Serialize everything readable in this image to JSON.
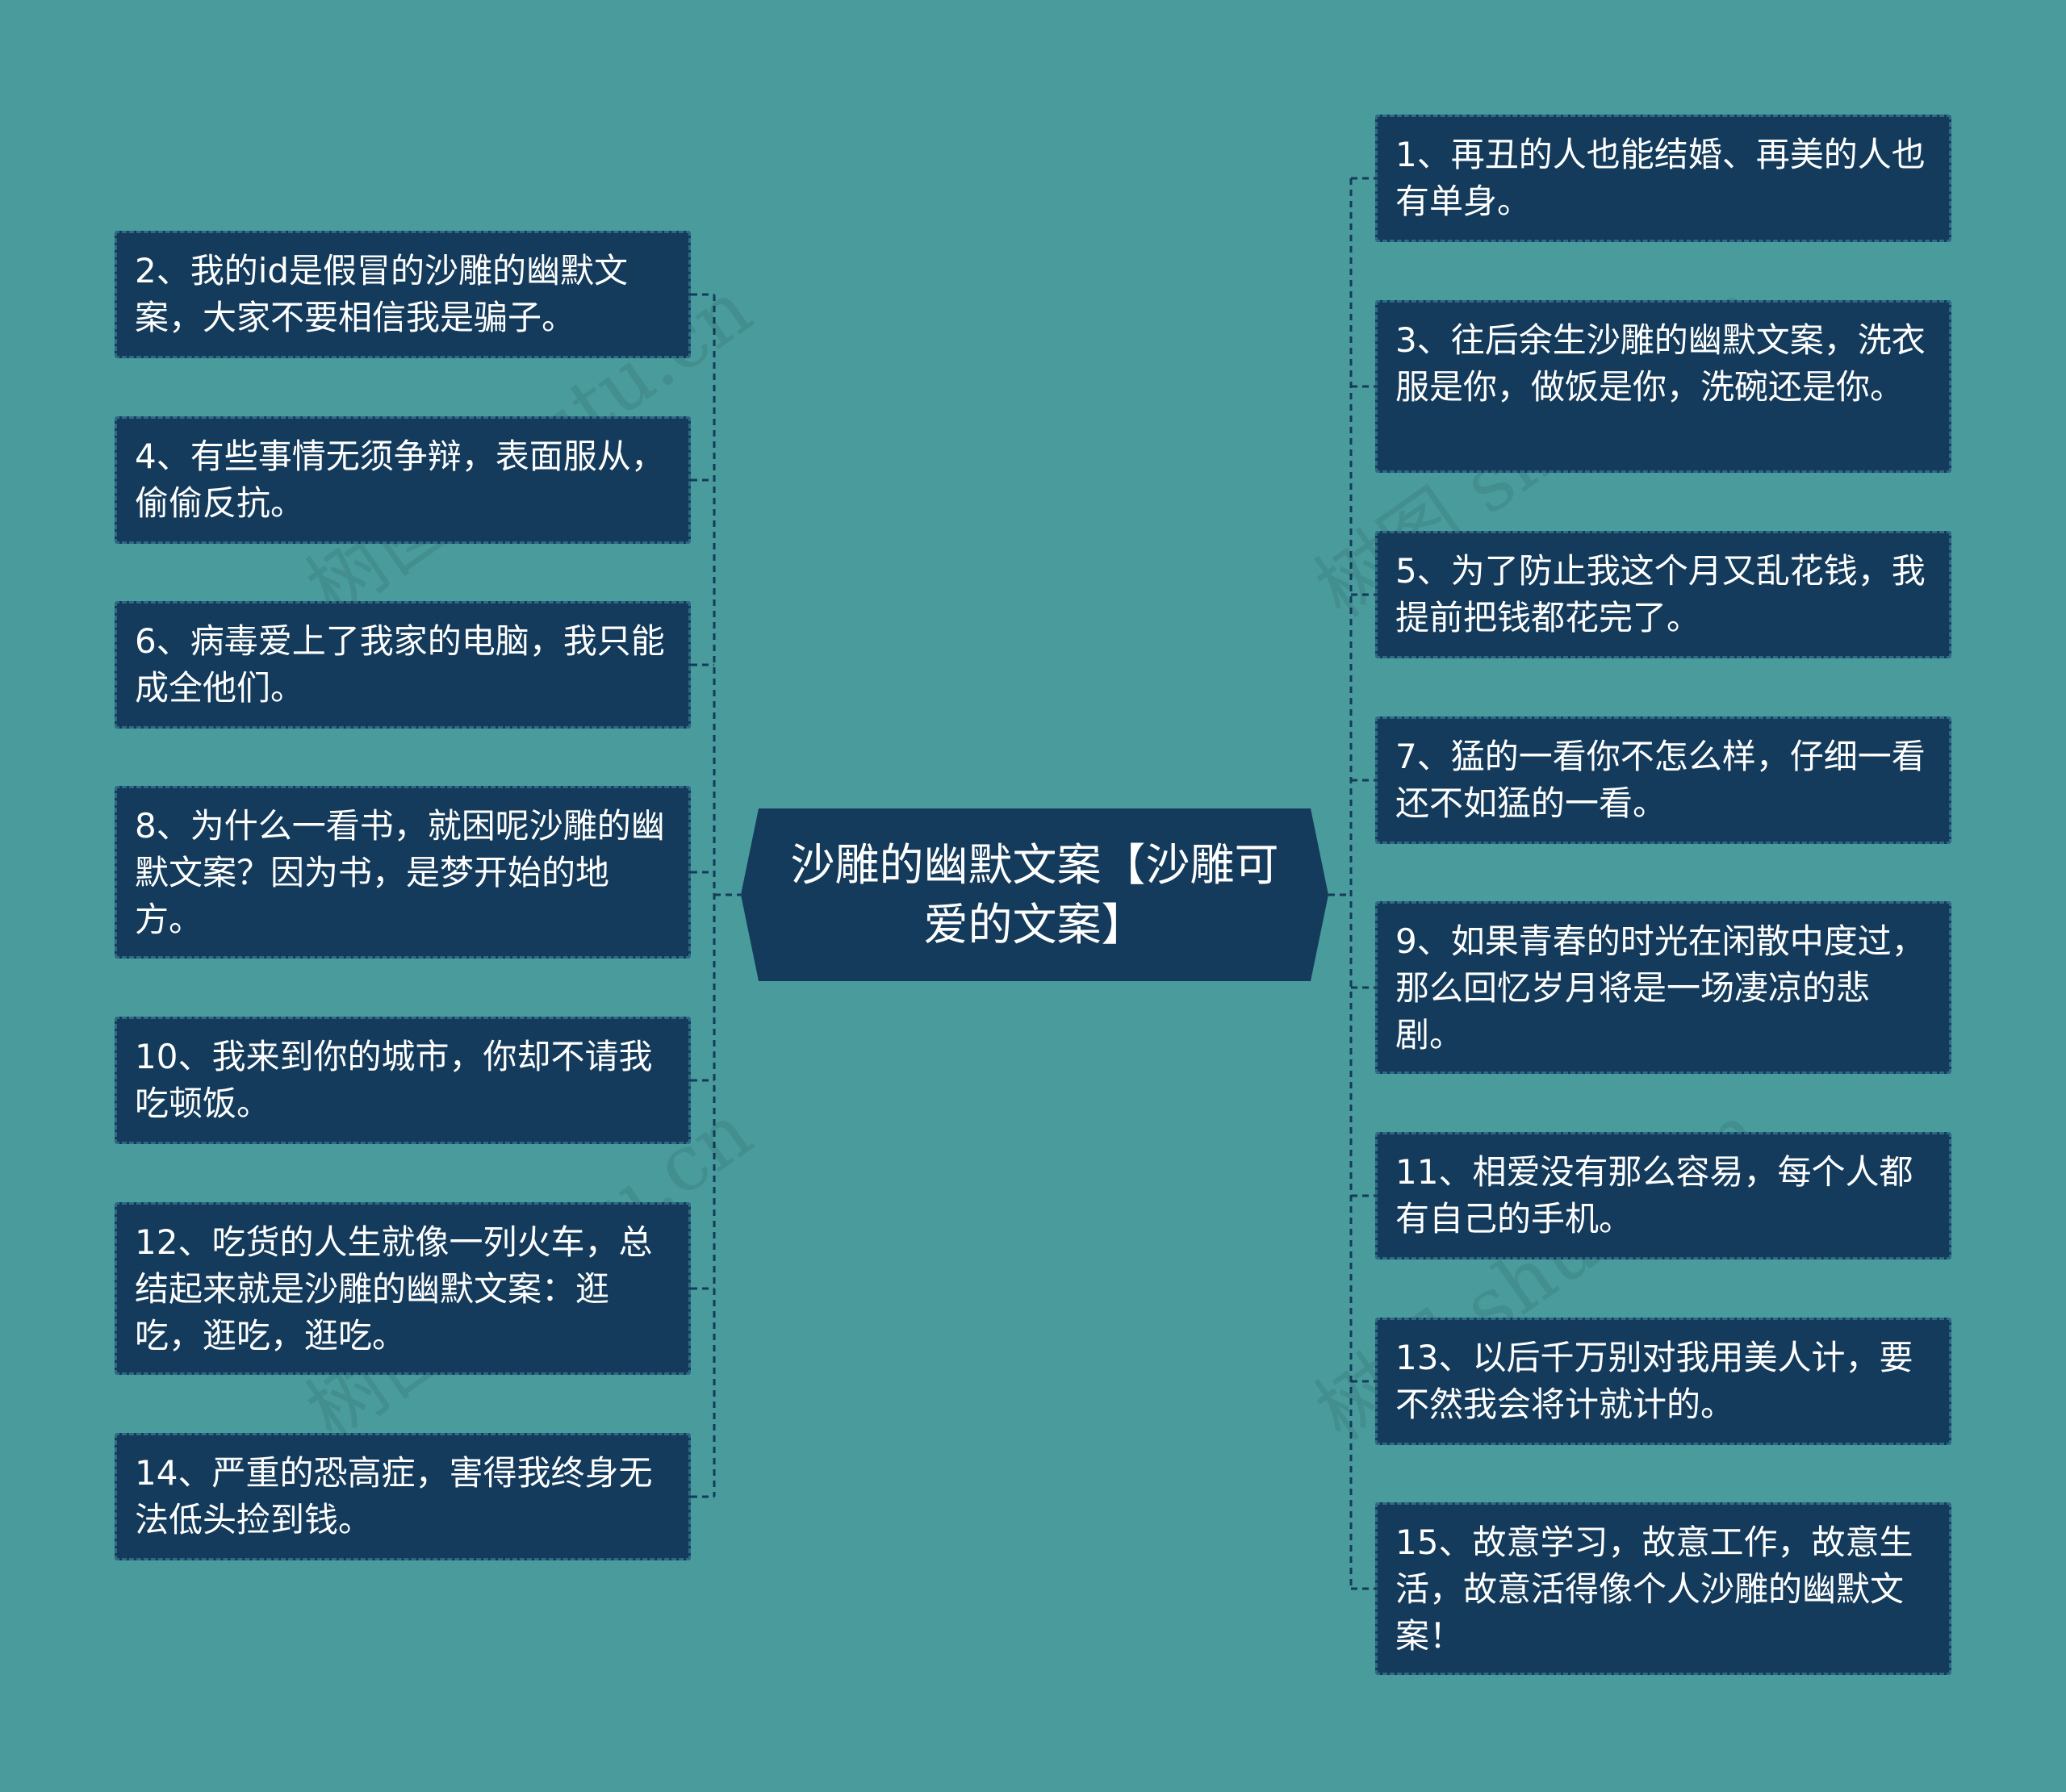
{
  "colors": {
    "background": "#4a9b9b",
    "node_fill": "#143b5b",
    "node_border": "#2e6a86",
    "link": "#143b5b"
  },
  "center": {
    "title": "沙雕的幽默文案【沙雕可爱的文案】"
  },
  "left_nodes": [
    {
      "text": "2、我的id是假冒的沙雕的幽默文案，大家不要相信我是骗子。"
    },
    {
      "text": "4、有些事情无须争辩，表面服从，偷偷反抗。"
    },
    {
      "text": "6、病毒爱上了我家的电脑，我只能成全他们。"
    },
    {
      "text": "8、为什么一看书，就困呢沙雕的幽默文案？因为书，是梦开始的地方。"
    },
    {
      "text": "10、我来到你的城市，你却不请我吃顿饭。"
    },
    {
      "text": "12、吃货的人生就像一列火车，总结起来就是沙雕的幽默文案：逛吃，逛吃，逛吃。"
    },
    {
      "text": "14、严重的恐高症，害得我终身无法低头捡到钱。"
    }
  ],
  "right_nodes": [
    {
      "text": "1、再丑的人也能结婚、再美的人也有单身。"
    },
    {
      "text": "3、往后余生沙雕的幽默文案，洗衣服是你，做饭是你，洗碗还是你。"
    },
    {
      "text": "5、为了防止我这个月又乱花钱，我提前把钱都花完了。"
    },
    {
      "text": "7、猛的一看你不怎么样，仔细一看还不如猛的一看。"
    },
    {
      "text": "9、如果青春的时光在闲散中度过，那么回忆岁月将是一场凄凉的悲剧。"
    },
    {
      "text": "11、相爱没有那么容易，每个人都有自己的手机。"
    },
    {
      "text": "13、以后千万别对我用美人计，要不然我会将计就计的。"
    },
    {
      "text": "15、故意学习，故意工作，故意生活，故意活得像个人沙雕的幽默文案！"
    }
  ]
}
